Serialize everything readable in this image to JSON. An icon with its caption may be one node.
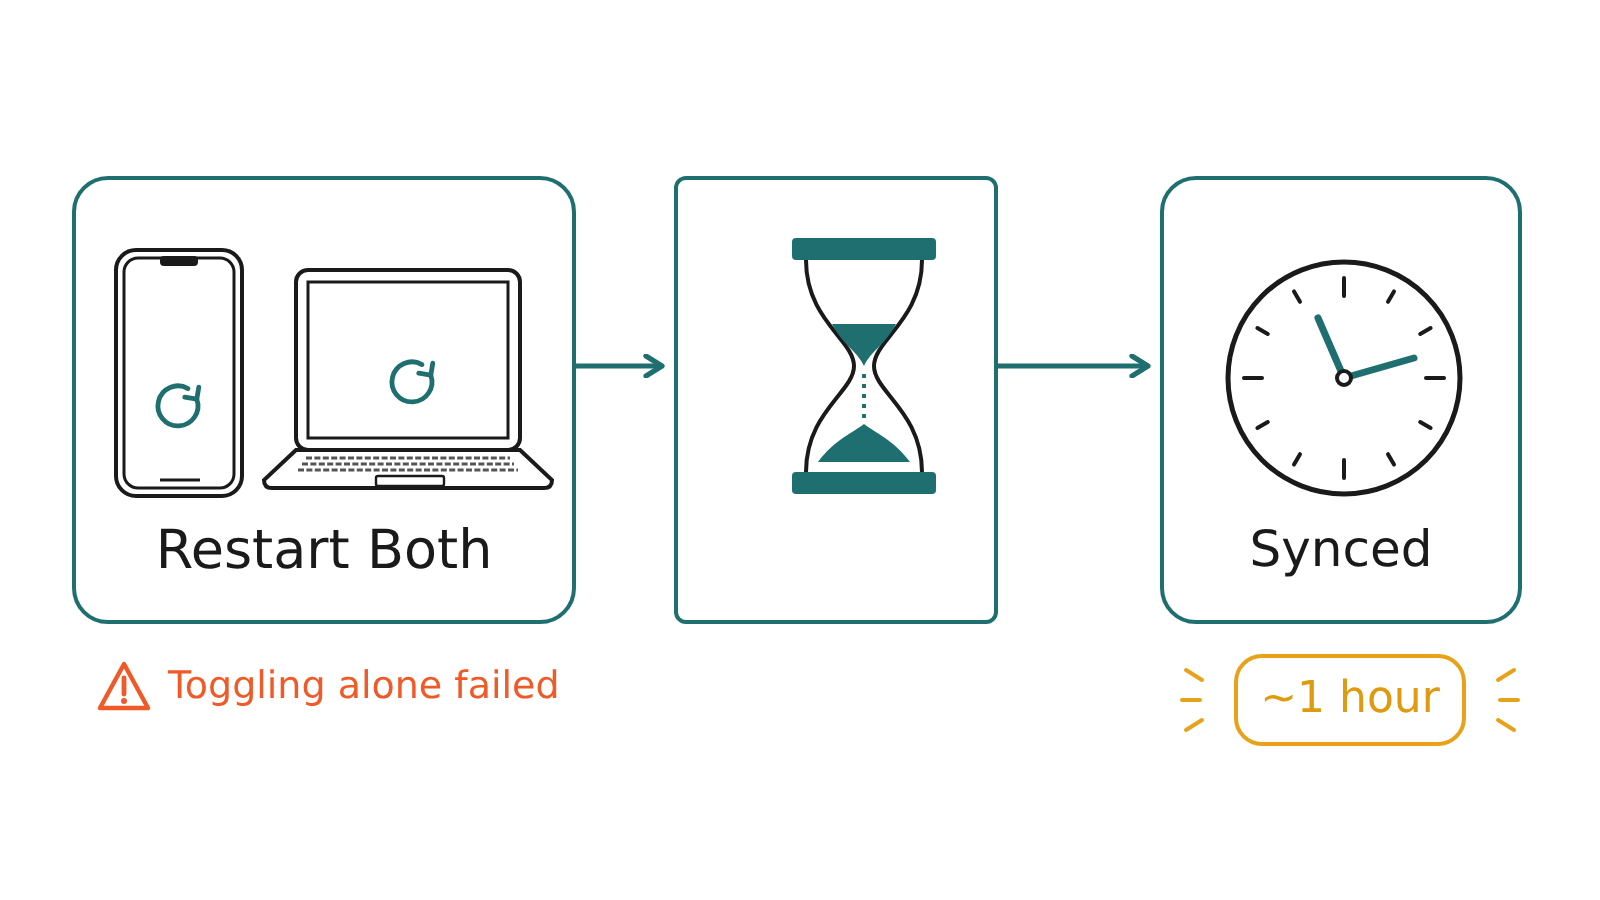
{
  "diagram": {
    "nodes": [
      {
        "text": [
          "Restart Both"
        ],
        "beside": [
          "Toggling alone failed"
        ]
      },
      {
        "text": [],
        "shape": "box"
      },
      {
        "text": [
          "Synced"
        ]
      },
      {
        "text": [
          "~1 hour"
        ]
      }
    ],
    "edges": [
      {
        "from": 0,
        "to": 1,
        "arrow": "to"
      },
      {
        "from": 1,
        "to": 2,
        "arrow": "to"
      }
    ]
  }
}
